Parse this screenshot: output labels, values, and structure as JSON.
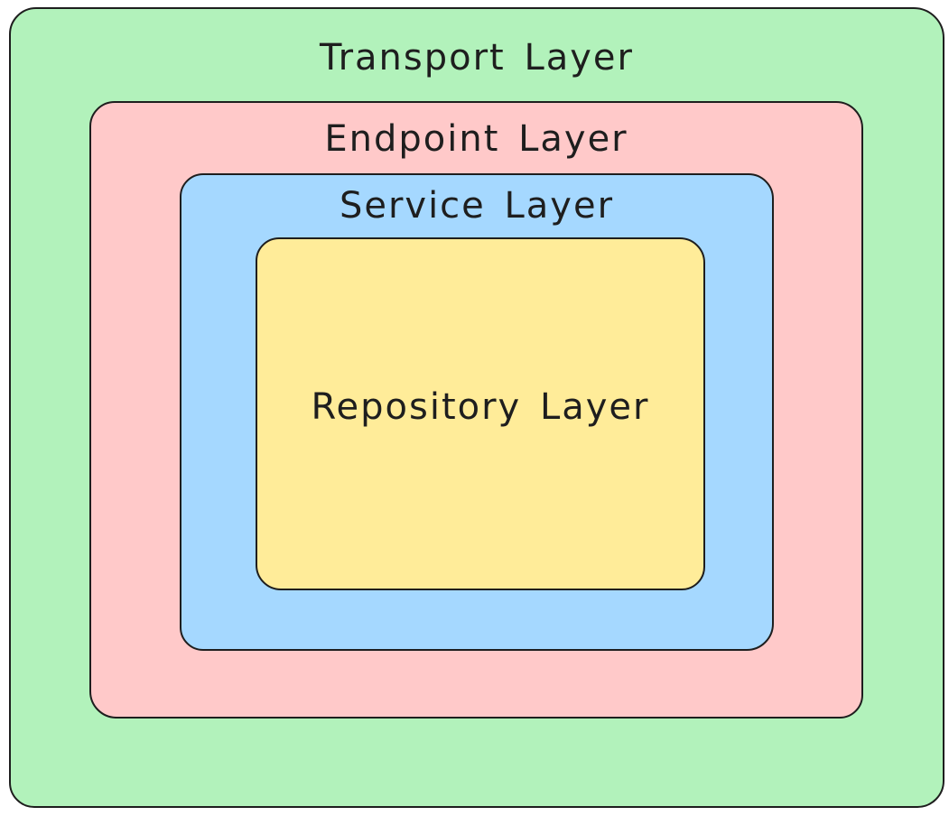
{
  "diagram": {
    "type": "nested-layers",
    "background": "#ffffff",
    "stroke_color": "#1e1e1e",
    "text_color": "#1e1e1e",
    "layers": [
      {
        "id": "transport",
        "label": "Transport Layer",
        "fill": "#b2f2bb"
      },
      {
        "id": "endpoint",
        "label": "Endpoint Layer",
        "fill": "#ffc9c9"
      },
      {
        "id": "service",
        "label": "Service Layer",
        "fill": "#a5d8ff"
      },
      {
        "id": "repository",
        "label": "Repository Layer",
        "fill": "#ffec99"
      }
    ]
  }
}
